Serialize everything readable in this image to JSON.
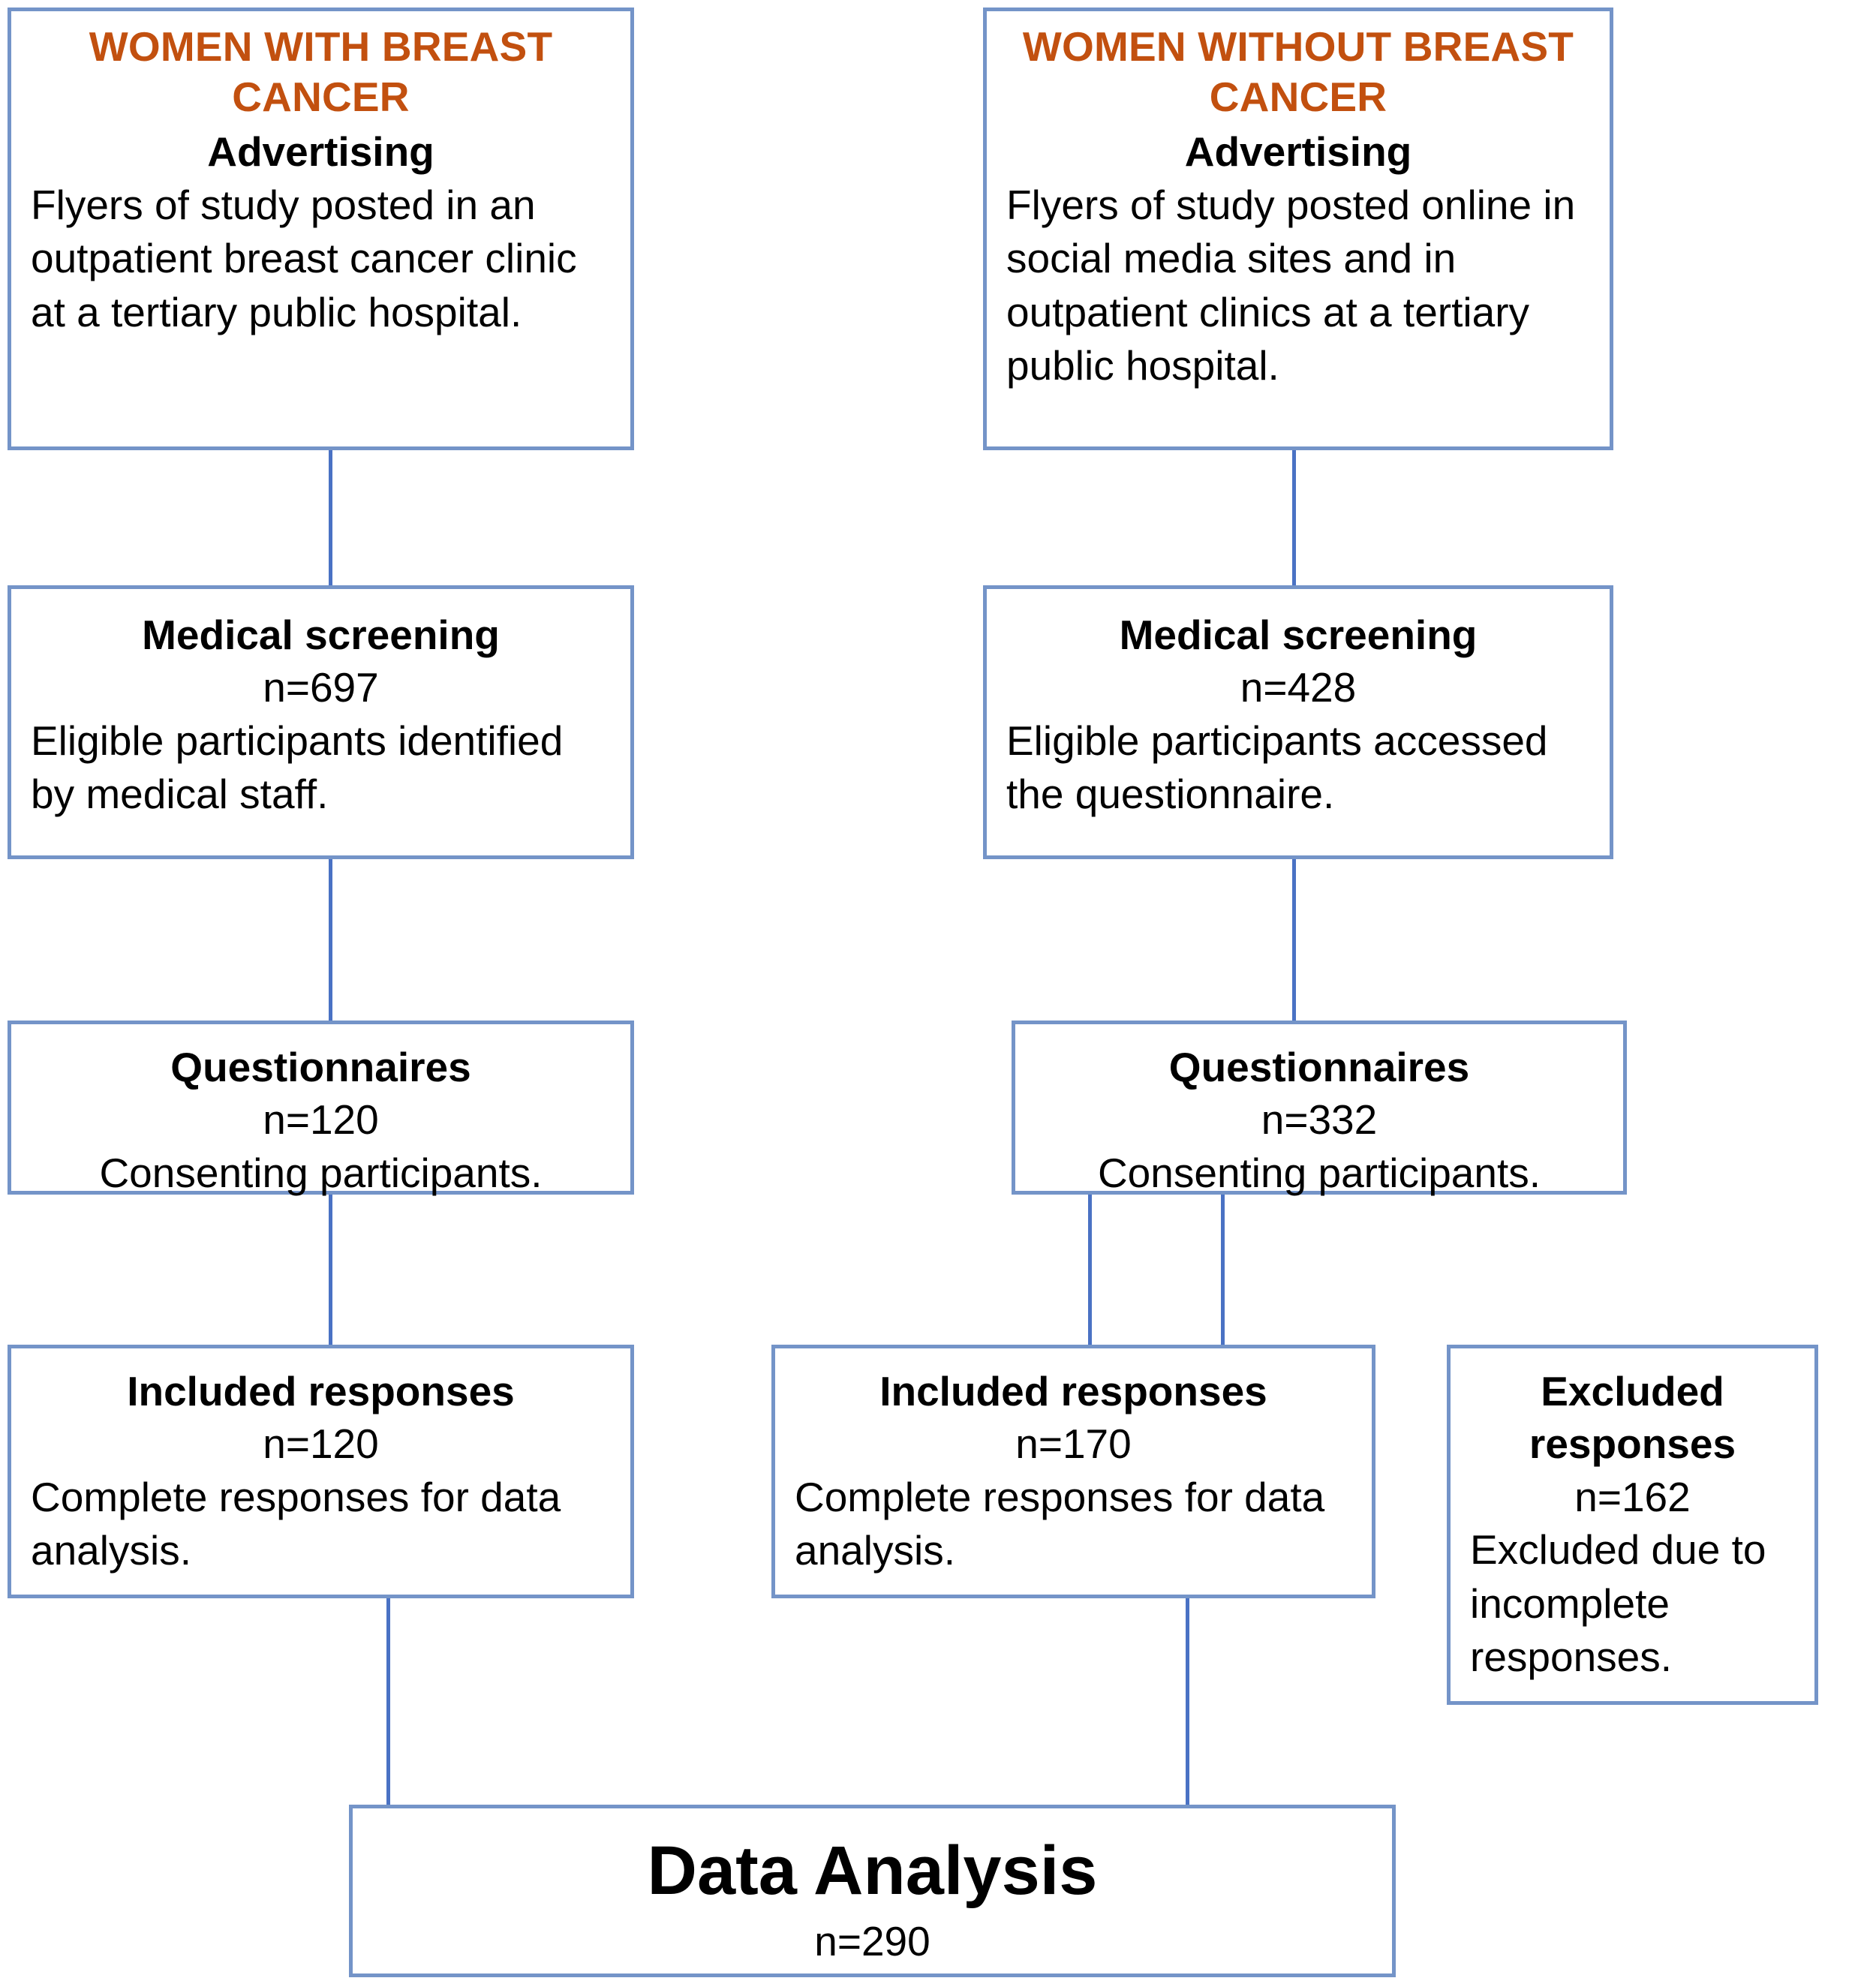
{
  "diagram": {
    "type": "participant-flow-diagram",
    "accent_color": "#C2500F",
    "border_color": "#7494C8",
    "connector_color": "#4A72C4",
    "background": "#ffffff"
  },
  "branches": {
    "left": {
      "header": "WOMEN WITH BREAST CANCER",
      "steps": [
        {
          "title": "Advertising",
          "count": "",
          "text": "Flyers of study posted in an outpatient breast cancer clinic at a tertiary public hospital."
        },
        {
          "title": "Medical screening",
          "count": "n=697",
          "text": "Eligible participants identified by medical staff."
        },
        {
          "title": "Questionnaires",
          "count": "n=120",
          "text": "Consenting participants."
        },
        {
          "title": "Included responses",
          "count": "n=120",
          "text": "Complete responses for data analysis."
        }
      ]
    },
    "right": {
      "header": "WOMEN WITHOUT BREAST CANCER",
      "steps": [
        {
          "title": "Advertising",
          "count": "",
          "text": "Flyers of study posted online in social media sites and in outpatient clinics at a tertiary public hospital."
        },
        {
          "title": "Medical screening",
          "count": "n=428",
          "text": "Eligible participants accessed the questionnaire."
        },
        {
          "title": "Questionnaires",
          "count": "n=332",
          "text": "Consenting participants."
        },
        {
          "title": "Included responses",
          "count": "n=170",
          "text": "Complete responses for data analysis."
        }
      ],
      "excluded": {
        "title": "Excluded responses",
        "count": "n=162",
        "text": "Excluded due to incomplete responses."
      }
    }
  },
  "final": {
    "title": "Data Analysis",
    "count": "n=290"
  }
}
